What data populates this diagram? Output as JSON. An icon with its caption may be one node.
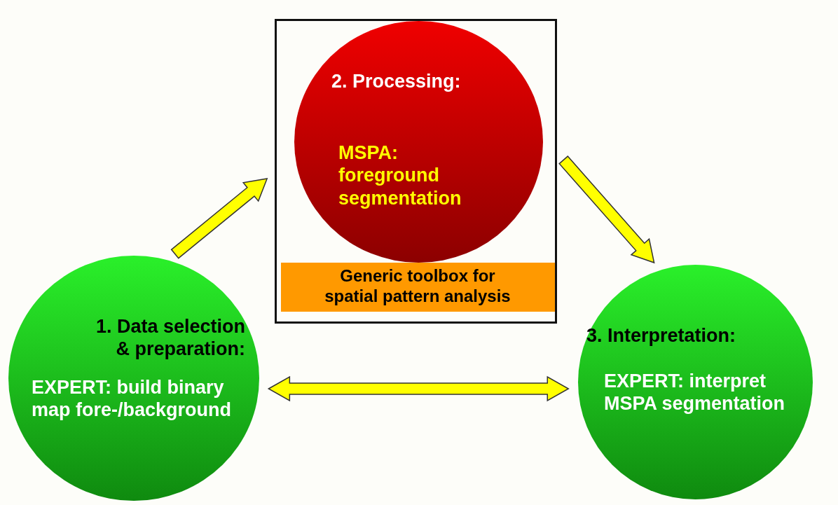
{
  "diagram": {
    "nodes": [
      {
        "text": [],
        "shape": "box"
      },
      {
        "text": [
          "2. Processing:",
          "MSPA: foreground segmentation"
        ],
        "in": 0
      },
      {
        "text": [
          "Generic toolbox for spatial pattern analysis"
        ],
        "in": 0
      },
      {
        "text": [
          "1. Data selection & preparation:",
          "EXPERT: build binary map fore-/background"
        ]
      },
      {
        "text": [
          "3. Interpretation:",
          "EXPERT: interpret MSPA segmentation"
        ]
      }
    ],
    "edges": [
      {
        "from": 3,
        "to": 0,
        "arrow": "to"
      },
      {
        "from": 0,
        "to": 4,
        "arrow": "to"
      },
      {
        "from": 3,
        "to": 4,
        "arrow": "both"
      }
    ]
  }
}
